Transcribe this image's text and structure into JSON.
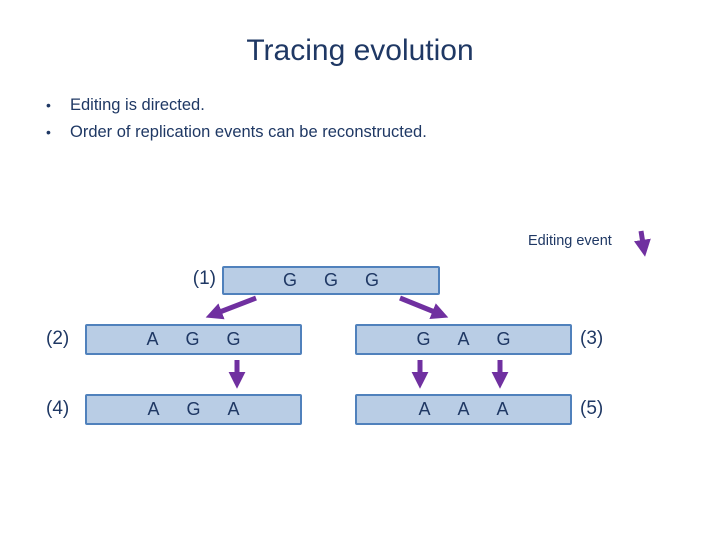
{
  "title": "Tracing evolution",
  "bullets": [
    "Editing is directed.",
    "Order of replication events can be reconstructed."
  ],
  "diagram": {
    "editing_event_label": "Editing event",
    "boxes": {
      "b1": {
        "label": "(1)",
        "letters": [
          "G",
          "G",
          "G"
        ]
      },
      "b2": {
        "label": "(2)",
        "letters": [
          "A",
          "G",
          "G"
        ]
      },
      "b3": {
        "label": "(3)",
        "letters": [
          "G",
          "A",
          "G"
        ]
      },
      "b4": {
        "label": "(4)",
        "letters": [
          "A",
          "G",
          "A"
        ]
      },
      "b5": {
        "label": "(5)",
        "letters": [
          "A",
          "A",
          "A"
        ]
      }
    },
    "colors": {
      "text": "#1f3864",
      "box_fill": "#b9cde5",
      "box_border": "#5081bc",
      "arrow": "#7030a0"
    }
  }
}
